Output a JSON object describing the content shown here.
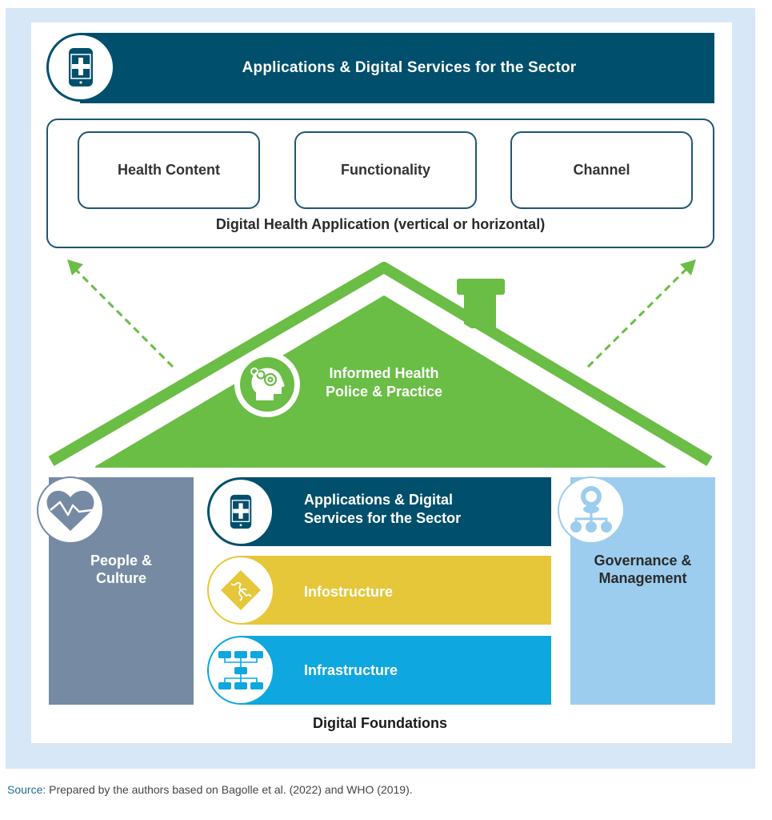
{
  "top_banner": {
    "title": "Applications & Digital Services for the Sector",
    "icon": "mobile-health-icon"
  },
  "digital_health_application": {
    "components": [
      {
        "label": "Health Content"
      },
      {
        "label": "Functionality"
      },
      {
        "label": "Channel"
      }
    ],
    "caption": "Digital Health Application (vertical or horizontal)"
  },
  "roof": {
    "icon": "head-gears-icon",
    "line1": "Informed Health",
    "line2": "Police & Practice"
  },
  "pillars": {
    "left": {
      "line1": "People &",
      "line2": "Culture",
      "icon": "heart-pulse-icon"
    },
    "right": {
      "line1": "Governance &",
      "line2": "Management",
      "icon": "org-chart-person-icon"
    }
  },
  "foundation_layers": [
    {
      "line1": "Applications & Digital",
      "line2": "Services for the Sector",
      "icon": "mobile-health-icon"
    },
    {
      "line1": "Infostructure",
      "icon": "puzzle-icon"
    },
    {
      "line1": "Infrastructure",
      "icon": "network-hierarchy-icon"
    }
  ],
  "foundations_caption": "Digital Foundations",
  "source": {
    "label": "Source:",
    "text": " Prepared by the authors based on Bagolle et al. (2022) and WHO (2019)."
  },
  "colors": {
    "navy": "#004f6c",
    "green": "#6abd45",
    "slate": "#768ba3",
    "light_blue": "#9ccdee",
    "yellow": "#e6c73a",
    "cyan": "#0fa7df",
    "frame_blue": "#d7e7f7"
  }
}
